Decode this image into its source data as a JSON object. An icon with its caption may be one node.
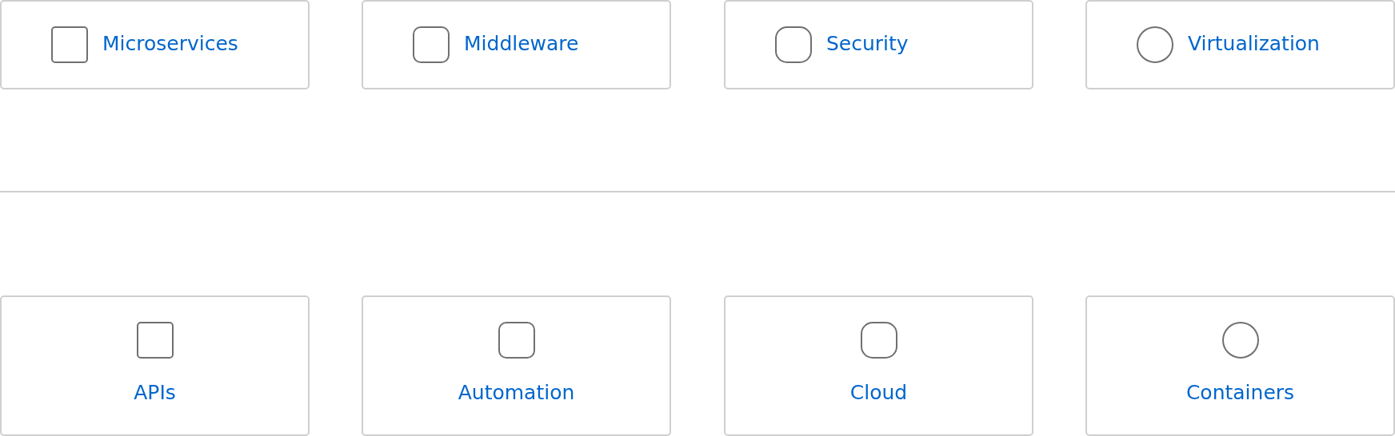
{
  "diagram": {
    "nodes": [
      {
        "text": [
          "Microservices"
        ]
      },
      {
        "text": [
          "Middleware"
        ]
      },
      {
        "text": [
          "Security"
        ]
      },
      {
        "text": [
          "Virtualization"
        ]
      },
      {
        "text": [
          "APIs"
        ]
      },
      {
        "text": [
          "Automation"
        ]
      },
      {
        "text": [
          "Cloud"
        ]
      },
      {
        "text": [
          "Containers"
        ]
      }
    ]
  }
}
